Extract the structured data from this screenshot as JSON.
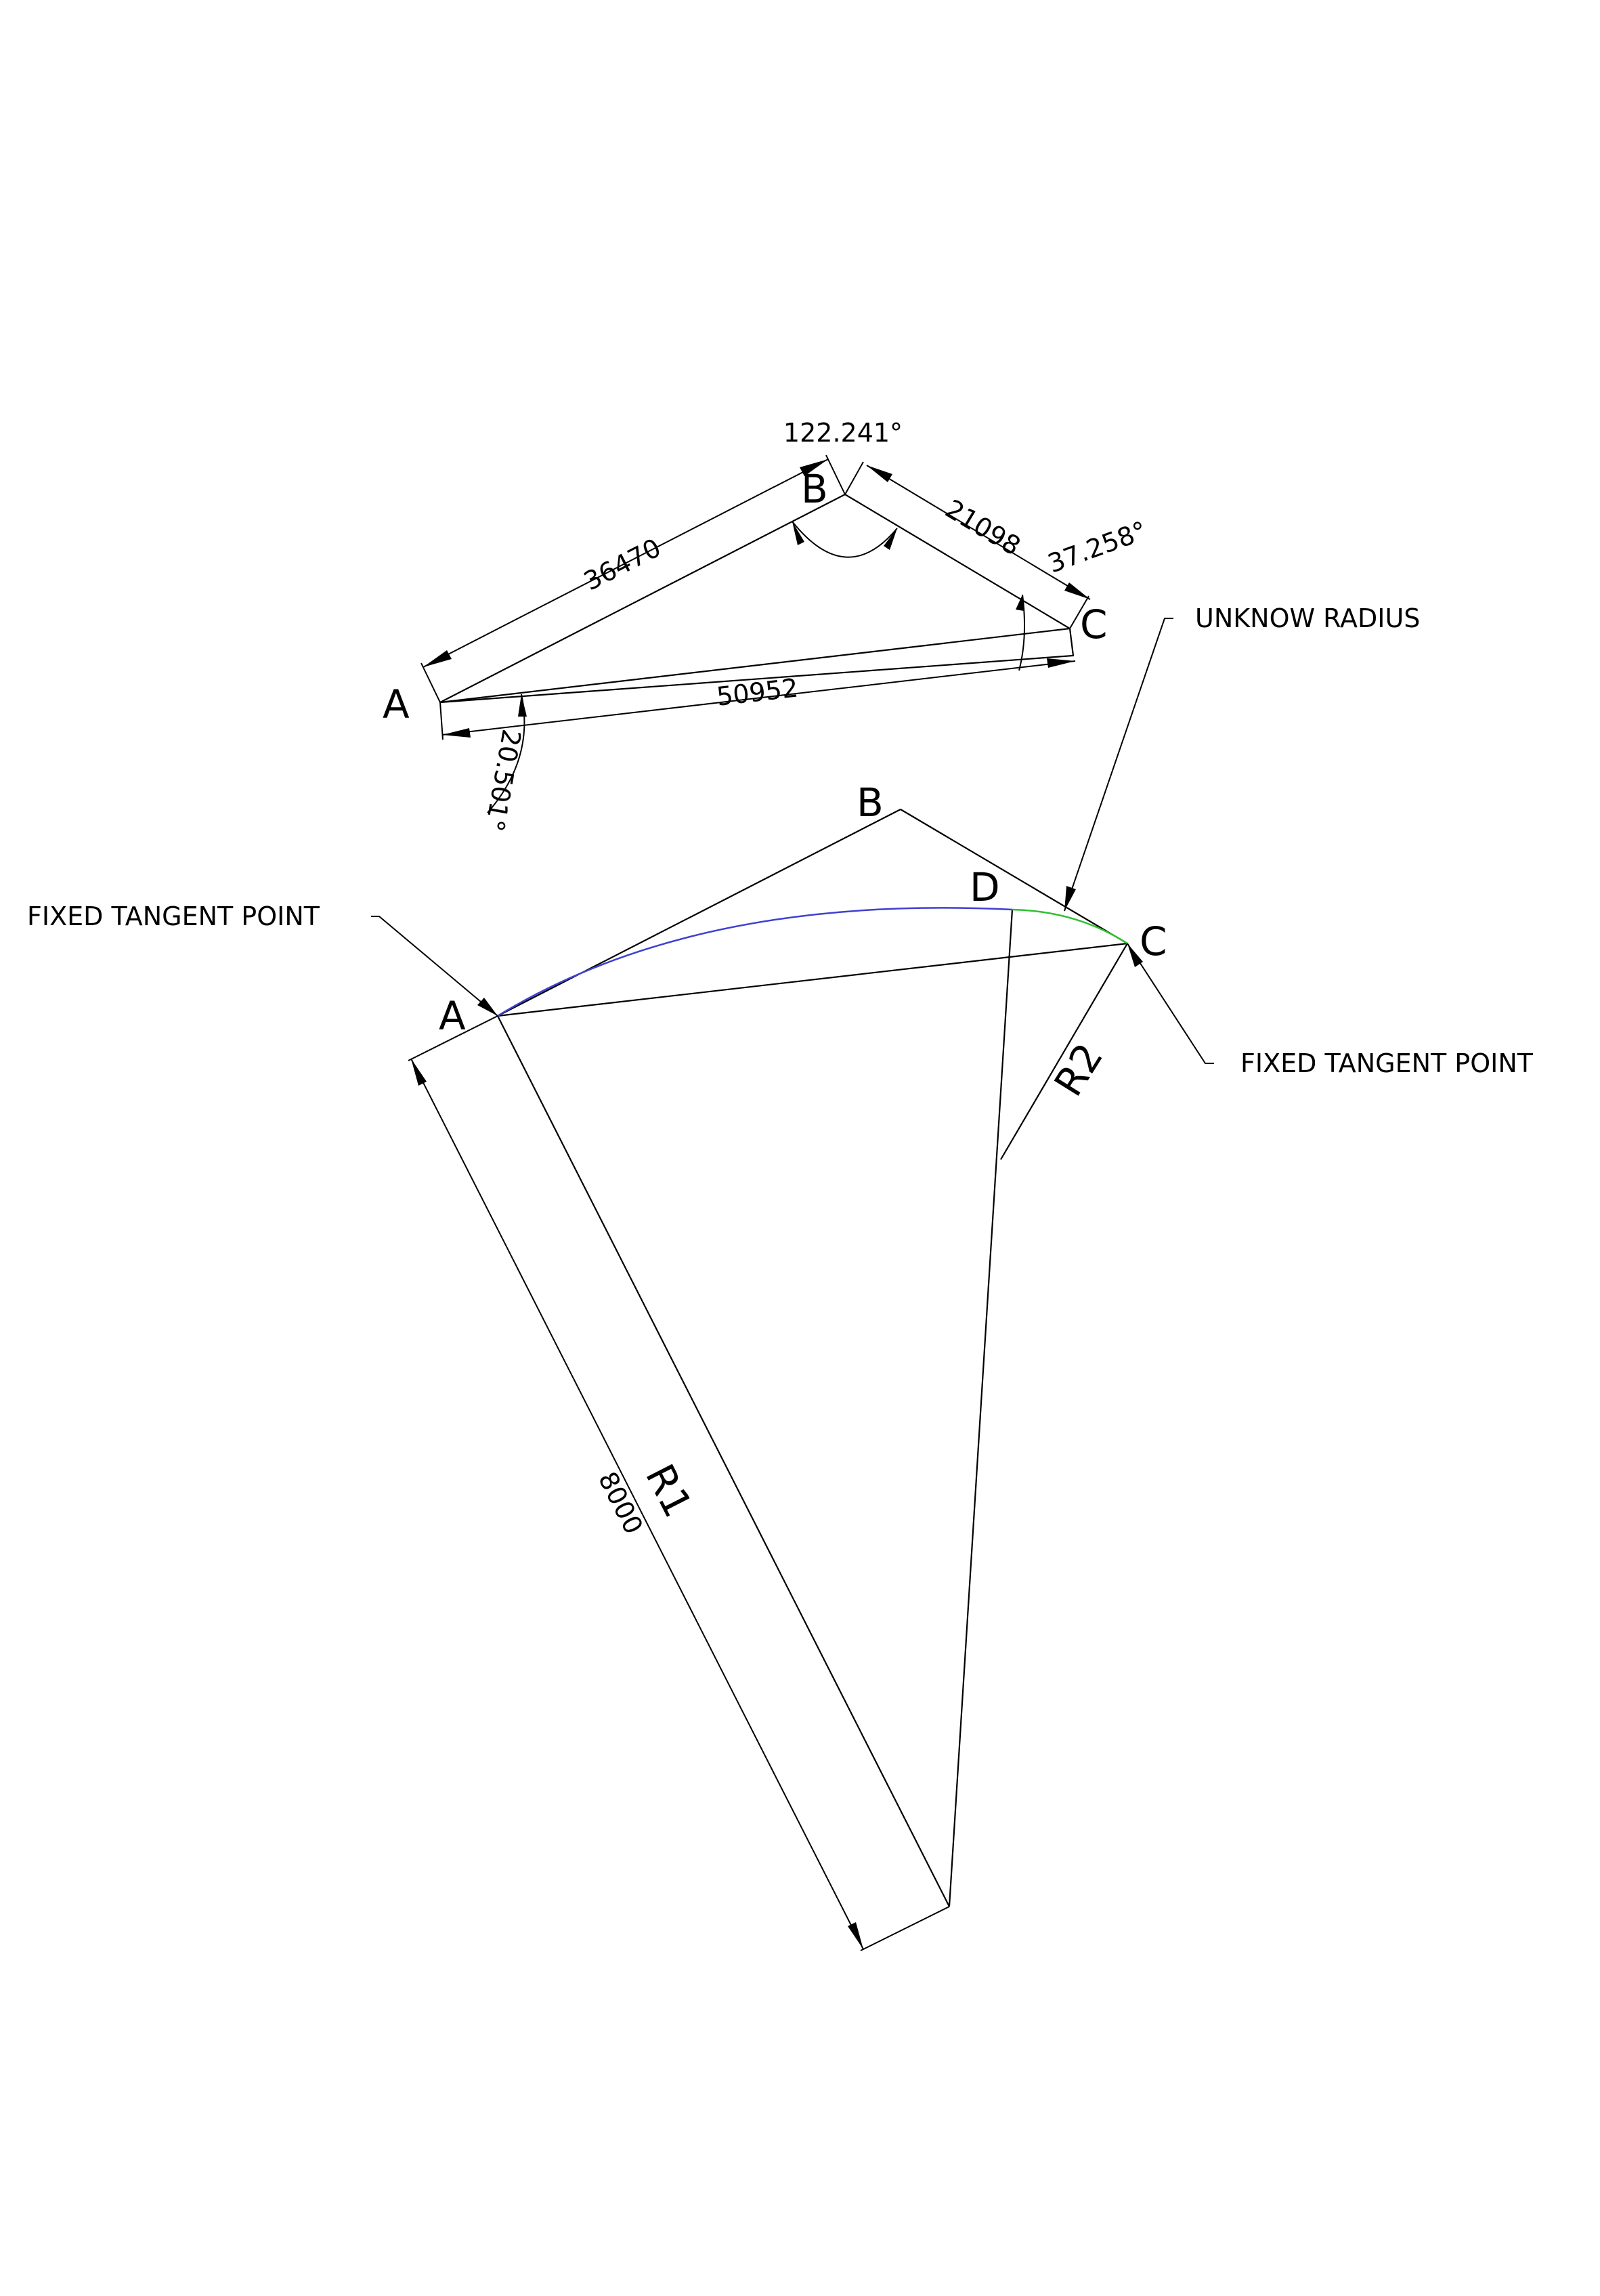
{
  "colors": {
    "background": "#ffffff",
    "lines": "#000000",
    "arc_r1": "#4040d0",
    "arc_r2": "#30c030"
  },
  "triangle": {
    "label_a": "A",
    "label_b": "B",
    "label_c": "C",
    "dim_ab": "36470",
    "dim_bc": "21098",
    "dim_ac": "50952",
    "angle_b": "122.241°",
    "angle_c": "37.258°",
    "angle_a": "20.501°"
  },
  "construction": {
    "label_a": "A",
    "label_b": "B",
    "label_c": "C",
    "label_d": "D",
    "note_fixed_left": "FIXED TANGENT POINT",
    "note_fixed_right": "FIXED TANGENT POINT",
    "note_unknown": "UNKNOW RADIUS",
    "r1_label": "R1",
    "r1_value": "8000",
    "r2_label": "R2"
  }
}
